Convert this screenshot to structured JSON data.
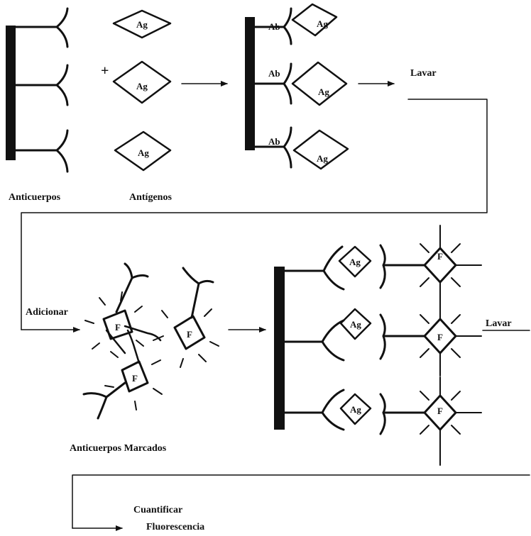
{
  "labels": {
    "anticuerpos": "Anticuerpos",
    "antigenos": "Antígenos",
    "plus": "+",
    "lavar1": "Lavar",
    "adicionar": "Adicionar",
    "anticuerpos_marcados": "Anticuerpos Marcados",
    "lavar2": "Lavar",
    "cuantificar": "Cuantificar",
    "fluorescencia": "Fluorescencia"
  },
  "markers": {
    "antigen": "Ag",
    "antibody": "Ab",
    "fluorophore": "F"
  },
  "colors": {
    "ink": "#111111",
    "background": "#ffffff"
  }
}
